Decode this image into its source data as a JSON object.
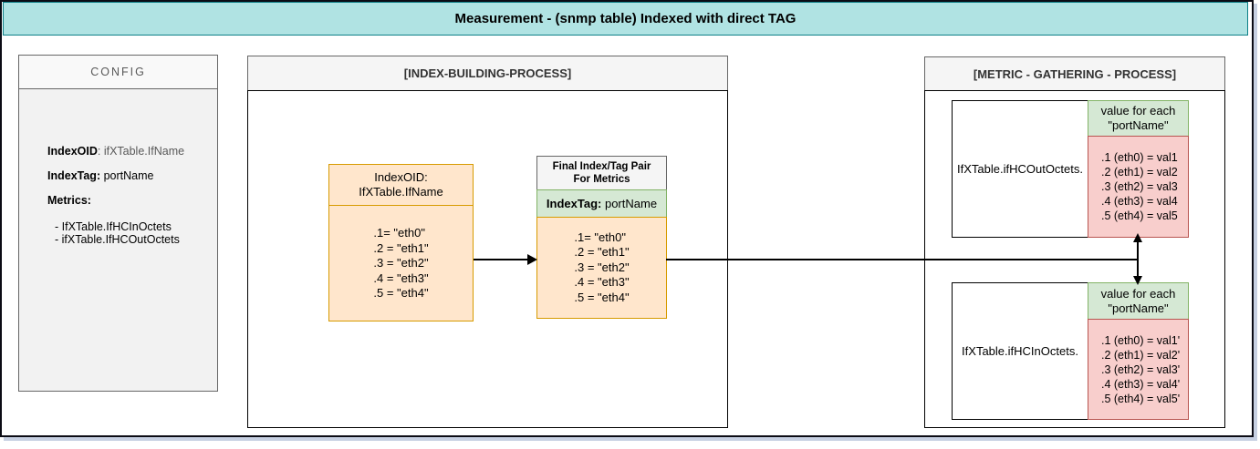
{
  "title_bar": {
    "text": "Measurement - (snmp table) Indexed with direct TAG"
  },
  "colors": {
    "title_fill": "#b0e3e3",
    "title_border": "#0e8088",
    "orange_fill": "#ffe6cc",
    "orange_border": "#d79b00",
    "green_fill": "#d5e8d4",
    "green_border": "#82b366",
    "pink_fill": "#f8cecc",
    "pink_border": "#b85450",
    "header_fill": "#f5f5f5",
    "header_border": "#666666",
    "config_body_fill": "#f2f2f2"
  },
  "config_panel": {
    "header": "CONFIG",
    "index_oid_label": "IndexOID",
    "index_oid_rest": ": ifXTable.IfName",
    "index_tag_label": "IndexTag:",
    "index_tag_rest": " portName",
    "metrics_label": "Metrics:",
    "metric_items": [
      "- IfXTable.IfHCInOctets",
      "- ifXTable.IfHCOutOctets"
    ]
  },
  "index_building_panel": {
    "header": "[INDEX-BUILDING-PROCESS]",
    "oid_box": {
      "title_line1": "IndexOID:",
      "title_line2": "IfXTable.IfName",
      "entries": [
        ".1= \"eth0\"",
        ".2 = \"eth1\"",
        ".3 = \"eth2\"",
        ".4 = \"eth3\"",
        ".5 = \"eth4\""
      ]
    },
    "final_box": {
      "header": "Final Index/Tag Pair For Metrics",
      "tag_label": "IndexTag:",
      "tag_rest": " portName",
      "entries": [
        ".1= \"eth0\"",
        ".2 = \"eth1\"",
        ".3 = \"eth2\"",
        ".4 = \"eth3\"",
        ".5 = \"eth4\""
      ]
    }
  },
  "metric_panel": {
    "header": "[METRIC - GATHERING - PROCESS]",
    "out_group": {
      "label": "IfXTable.ifHCOutOctets.",
      "value_header_line1": "value for each",
      "value_header_line2": "\"portName\"",
      "values": [
        ".1 (eth0) = val1",
        ".2 (eth1) = val2",
        ".3 (eth2) = val3",
        ".4 (eth3) = val4",
        ".5 (eth4) = val5"
      ]
    },
    "in_group": {
      "label": "IfXTable.ifHCInOctets.",
      "value_header_line1": "value for each",
      "value_header_line2": "\"portName\"",
      "values": [
        ".1 (eth0) = val1'",
        ".2 (eth1) = val2'",
        ".3 (eth2) = val3'",
        ".4 (eth3) = val4'",
        ".5 (eth4) = val5'"
      ]
    }
  }
}
